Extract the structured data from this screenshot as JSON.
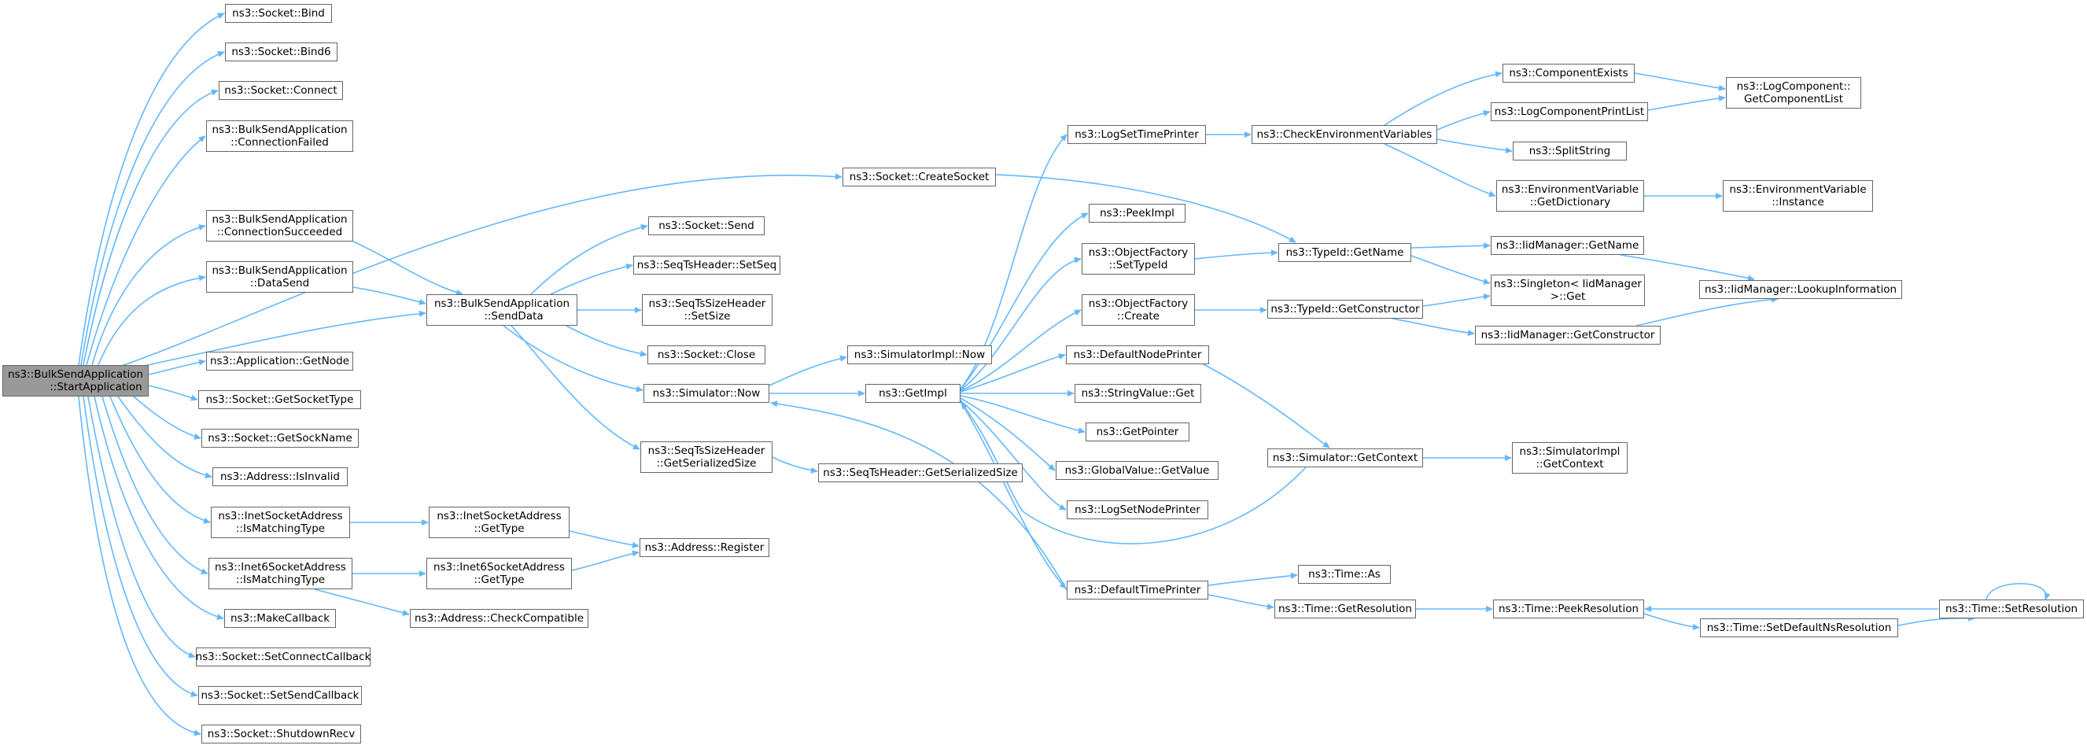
{
  "graph": {
    "title": "",
    "colors": {
      "edge": "#63b8ff",
      "node_border": "#666666",
      "root_fill": "#999999",
      "node_fill": "#ffffff"
    },
    "nodes": {
      "root": [
        "ns3::BulkSendApplication",
        "::StartApplication"
      ],
      "bind": [
        "ns3::Socket::Bind"
      ],
      "bind6": [
        "ns3::Socket::Bind6"
      ],
      "connect": [
        "ns3::Socket::Connect"
      ],
      "connfail": [
        "ns3::BulkSendApplication",
        "::ConnectionFailed"
      ],
      "connsucc": [
        "ns3::BulkSendApplication",
        "::ConnectionSucceeded"
      ],
      "datasend": [
        "ns3::BulkSendApplication",
        "::DataSend"
      ],
      "getnode": [
        "ns3::Application::GetNode"
      ],
      "getsockettype": [
        "ns3::Socket::GetSocketType"
      ],
      "getsockname": [
        "ns3::Socket::GetSockName"
      ],
      "isinvalid": [
        "ns3::Address::IsInvalid"
      ],
      "inetmatch": [
        "ns3::InetSocketAddress",
        "::IsMatchingType"
      ],
      "inet6match": [
        "ns3::Inet6SocketAddress",
        "::IsMatchingType"
      ],
      "makecallback": [
        "ns3::MakeCallback"
      ],
      "setconnectcb": [
        "ns3::Socket::SetConnectCallback"
      ],
      "setsendcb": [
        "ns3::Socket::SetSendCallback"
      ],
      "shutdownrecv": [
        "ns3::Socket::ShutdownRecv"
      ],
      "createsocket": [
        "ns3::Socket::CreateSocket"
      ],
      "senddata": [
        "ns3::BulkSendApplication",
        "::SendData"
      ],
      "sockSend": [
        "ns3::Socket::Send"
      ],
      "setseq": [
        "ns3::SeqTsHeader::SetSeq"
      ],
      "setsize": [
        "ns3::SeqTsSizeHeader",
        "::SetSize"
      ],
      "sockclose": [
        "ns3::Socket::Close"
      ],
      "simnow": [
        "ns3::Simulator::Now"
      ],
      "getserialized": [
        "ns3::SeqTsSizeHeader",
        "::GetSerializedSize"
      ],
      "inetgettype": [
        "ns3::InetSocketAddress",
        "::GetType"
      ],
      "inet6gettype": [
        "ns3::Inet6SocketAddress",
        "::GetType"
      ],
      "addrregister": [
        "ns3::Address::Register"
      ],
      "addrcheck": [
        "ns3::Address::CheckCompatible"
      ],
      "simimplnow": [
        "ns3::SimulatorImpl::Now"
      ],
      "getimpl": [
        "ns3::GetImpl"
      ],
      "seqtsgetser": [
        "ns3::SeqTsHeader::GetSerializedSize"
      ],
      "logsettime": [
        "ns3::LogSetTimePrinter"
      ],
      "peekimpl": [
        "ns3::PeekImpl"
      ],
      "objfactsettype": [
        "ns3::ObjectFactory",
        "::SetTypeId"
      ],
      "objfactcreate": [
        "ns3::ObjectFactory",
        "::Create"
      ],
      "defnodeprinter": [
        "ns3::DefaultNodePrinter"
      ],
      "stringvalueget": [
        "ns3::StringValue::Get"
      ],
      "getpointer": [
        "ns3::GetPointer"
      ],
      "globalvalue": [
        "ns3::GlobalValue::GetValue"
      ],
      "logsetnode": [
        "ns3::LogSetNodePrinter"
      ],
      "deftimeprinter": [
        "ns3::DefaultTimePrinter"
      ],
      "checkenv": [
        "ns3::CheckEnvironmentVariables"
      ],
      "typeidgetname": [
        "ns3::TypeId::GetName"
      ],
      "typeidgetctor": [
        "ns3::TypeId::GetConstructor"
      ],
      "simgetcontext": [
        "ns3::Simulator::GetContext"
      ],
      "timeas": [
        "ns3::Time::As"
      ],
      "timegetres": [
        "ns3::Time::GetResolution"
      ],
      "compexists": [
        "ns3::ComponentExists"
      ],
      "logcompprint": [
        "ns3::LogComponentPrintList"
      ],
      "splitstring": [
        "ns3::SplitString"
      ],
      "envgetdict": [
        "ns3::EnvironmentVariable",
        "::GetDictionary"
      ],
      "iidgetname": [
        "ns3::IidManager::GetName"
      ],
      "singletonget": [
        "ns3::Singleton< IidManager",
        ">::Get"
      ],
      "iidgetctor": [
        "ns3::IidManager::GetConstructor"
      ],
      "simimplgetctx": [
        "ns3::SimulatorImpl",
        "::GetContext"
      ],
      "timepeekres": [
        "ns3::Time::PeekResolution"
      ],
      "timesetdefns": [
        "ns3::Time::SetDefaultNsResolution"
      ],
      "logcompgetlist": [
        "ns3::LogComponent::",
        "GetComponentList"
      ],
      "envinstance": [
        "ns3::EnvironmentVariable",
        "::Instance"
      ],
      "iidlookup": [
        "ns3::IidManager::LookupInformation"
      ],
      "timesetres": [
        "ns3::Time::SetResolution"
      ]
    }
  }
}
